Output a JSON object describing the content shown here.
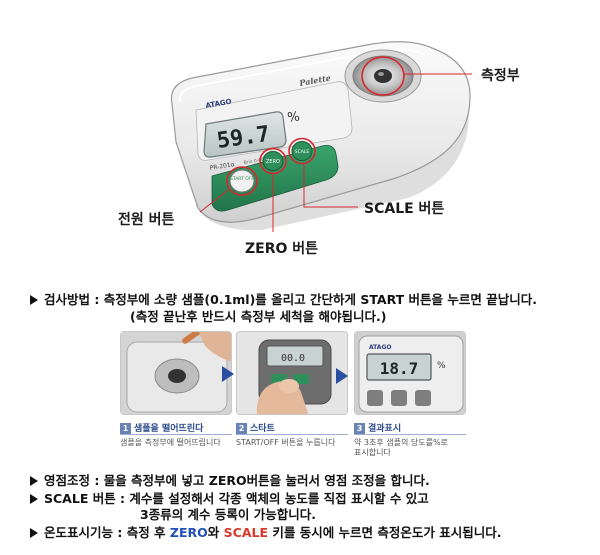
{
  "device": {
    "brand": "ATAGO",
    "series": "Palette",
    "reading": "59.7",
    "unit": "%",
    "model": "PR-201α",
    "model_sub": "Brix 0-60%",
    "button_start": "START OFF",
    "button_zero": "ZERO",
    "button_scale": "SCALE"
  },
  "callouts": {
    "prism": "측정부",
    "power": "전원 버튼",
    "zero": "ZERO 버튼",
    "scale": "SCALE 버튼"
  },
  "method": {
    "label": "검사방법 : ",
    "text": "측정부에 소량 샘플(0.1ml)를 올리고 간단하게 START 버튼을 누르면 끝납니다.",
    "note": "(측정 끝난후 반드시 측정부 세척을 해야됩니다.)"
  },
  "steps": [
    {
      "num": "1",
      "title": "샘플을 떨어뜨린다",
      "desc": "샘플을 측정부에 떨어뜨립니다"
    },
    {
      "num": "2",
      "title": "스타트",
      "desc": "START/OFF 버튼을 누릅니다"
    },
    {
      "num": "3",
      "title": "결과표시",
      "desc": "약 3초후 샘플의 당도를%로 표시합니다",
      "reading": "18.7"
    }
  ],
  "zero_adjust": {
    "label": "영점조정 : ",
    "text": "물을 측정부에 넣고 ZERO버튼을 눌러서 영점 조정을 합니다."
  },
  "scale_button": {
    "label": "SCALE 버튼 : ",
    "text": "계수를 설정해서 각종 액체의 농도를 직접 표시할 수 있고",
    "text2": "3종류의 계수 등록이 가능합니다."
  },
  "temp_display": {
    "label": "온도표시기능 : ",
    "pre": "측정 후 ",
    "zero": "ZERO",
    "mid": "와 ",
    "scale": "SCALE",
    "post": " 키를 동시에 누르면 측정온도가 표시됩니다."
  },
  "colors": {
    "callout_ring": "#d8262b",
    "button_green": "#2f8f5b",
    "accent_blue": "#1f4fb7",
    "accent_red": "#d8392a"
  }
}
